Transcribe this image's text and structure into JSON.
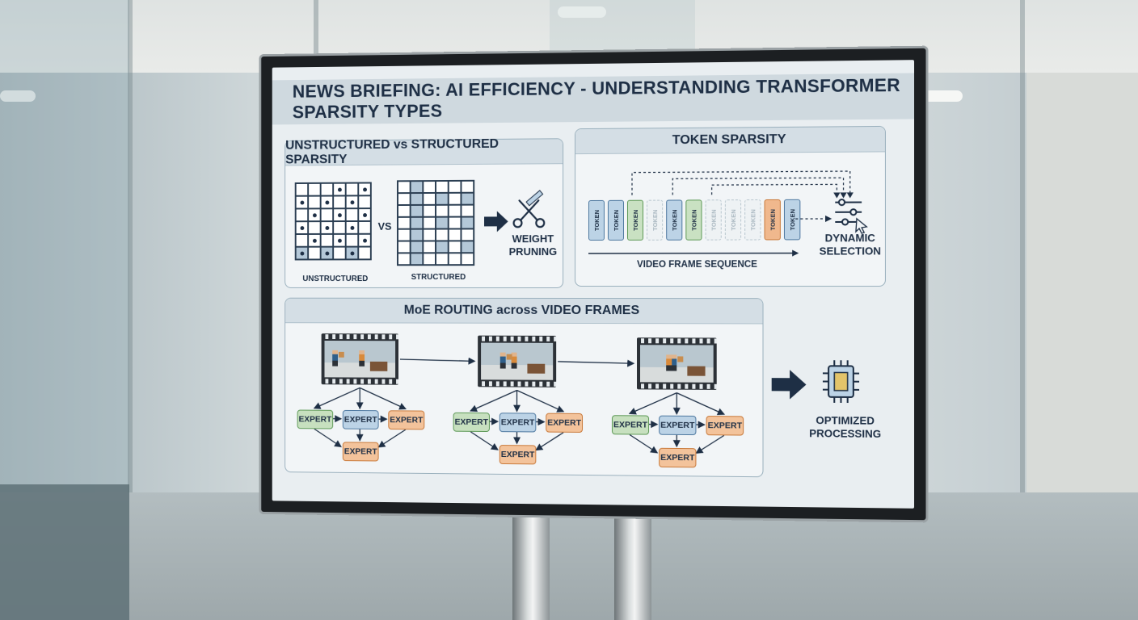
{
  "banner_title": "NEWS BRIEFING: AI EFFICIENCY - UNDERSTANDING TRANSFORMER SPARSITY TYPES",
  "sparsity_panel": {
    "title": "UNSTRUCTURED vs STRUCTURED SPARSITY",
    "unstructured_label": "UNSTRUCTURED",
    "vs_label": "VS",
    "structured_label": "STRUCTURED",
    "result_line1": "WEIGHT",
    "result_line2": "PRUNING"
  },
  "token_panel": {
    "title": "TOKEN SPARSITY",
    "token_text": "TOKEN",
    "sequence_label": "VIDEO FRAME SEQUENCE",
    "result_line1": "DYNAMIC",
    "result_line2": "SELECTION"
  },
  "moe_panel": {
    "title": "MoE ROUTING across VIDEO FRAMES",
    "expert_label": "EXPERT"
  },
  "output": {
    "line1": "OPTIMIZED",
    "line2": "PROCESSING"
  },
  "colors": {
    "navy": "#1e2f45",
    "blue": "#bcd3e6",
    "green": "#c7e0bf",
    "orange": "#f3c39b"
  }
}
